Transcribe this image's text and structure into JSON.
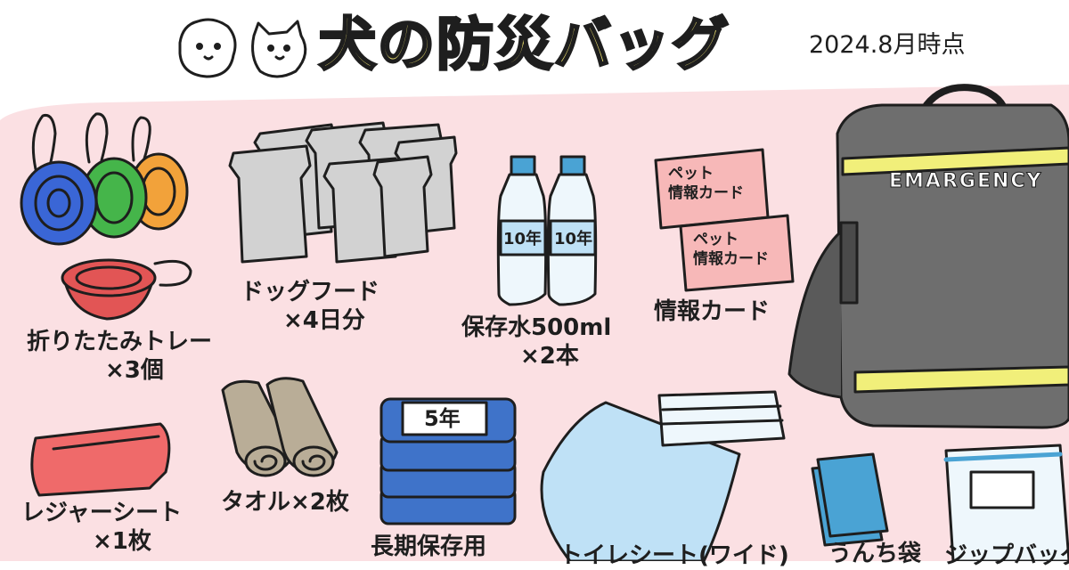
{
  "header": {
    "title": "犬の防災バッグ",
    "date": "2024.8月時点"
  },
  "items": {
    "bowls": {
      "line1": "折りたたみトレー",
      "line2": "×3個"
    },
    "food": {
      "line1": "ドッグフード",
      "line2": "×4日分"
    },
    "water": {
      "line1": "保存水500ml",
      "line2": "×2本",
      "bottle_label": "10年"
    },
    "card": {
      "line1": "情報カード",
      "card_text_1": "ペット",
      "card_text_2": "情報カード"
    },
    "sheet": {
      "line1": "レジャーシート",
      "line2": "×1枚"
    },
    "towel": {
      "line1": "タオル×2枚"
    },
    "storage": {
      "line1": "長期保存用",
      "box_label": "5年"
    },
    "toilet": {
      "line1": "トイレシート(ワイド)"
    },
    "bags": {
      "line1": "うんち袋"
    },
    "pouch": {
      "line1": "ジップバッグ"
    },
    "backpack": {
      "label": "EMARGENCY"
    }
  },
  "colors": {
    "background": "#ffffff",
    "panel": "#fbe0e3",
    "title_fill": "#f7ea72",
    "bowl_blue": "#3a66d6",
    "bowl_green": "#45b54a",
    "bowl_orange": "#f2a23a",
    "bowl_red": "#e25555",
    "food_gray": "#d2d2d2",
    "bag_gray": "#6e6e6e",
    "reflector": "#f1ef7a",
    "sheet_red": "#ef6a6a",
    "towel": "#b9ad97",
    "blue_box": "#3f73c9",
    "light_blue": "#bfe1f6"
  }
}
